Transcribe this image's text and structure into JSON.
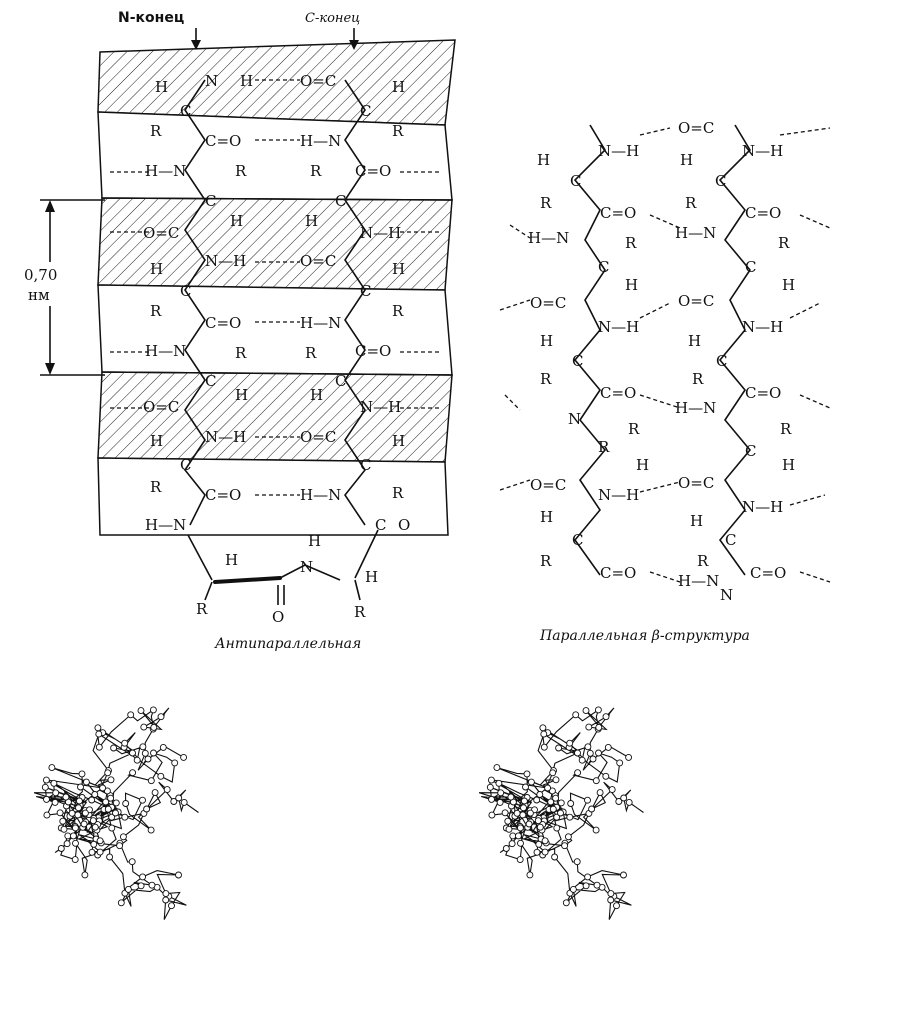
{
  "antiparallel": {
    "n_end": "N-конец",
    "c_end": "C-конец",
    "distance_value": "0,70",
    "distance_unit": "нм",
    "caption": "Антипараллельная",
    "atoms": {
      "N": "N",
      "H": "H",
      "C": "C",
      "O": "O",
      "R": "R"
    }
  },
  "parallel": {
    "caption": "Параллельная β-структура"
  }
}
